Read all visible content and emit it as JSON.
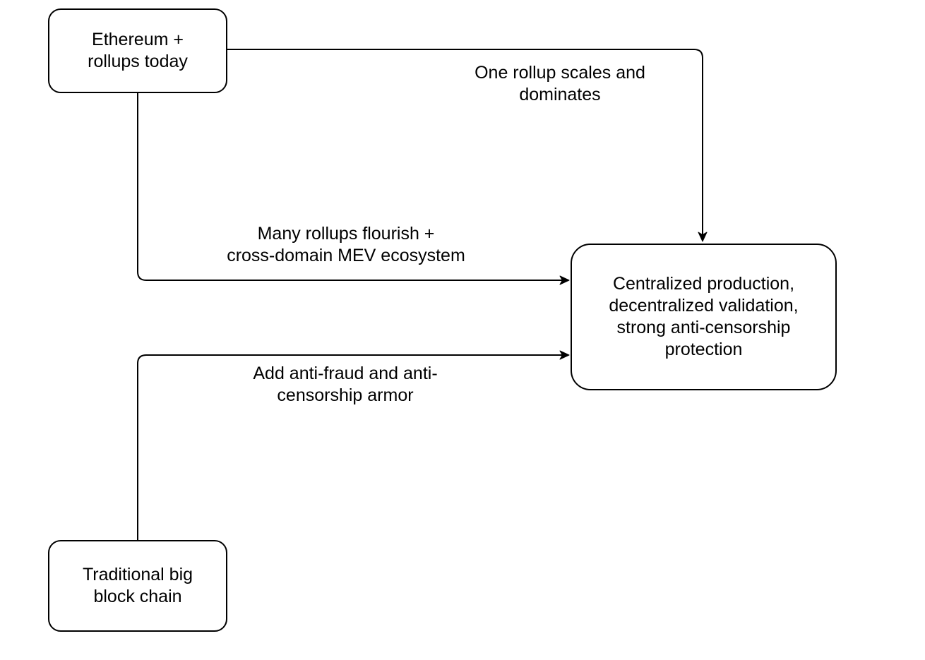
{
  "diagram": {
    "colors": {
      "line": "#000000",
      "text": "#000000",
      "background": "#ffffff"
    },
    "nodes": {
      "ethereum": {
        "label": "Ethereum +\nrollups today"
      },
      "traditional": {
        "label": "Traditional big\nblock chain"
      },
      "outcome": {
        "label": "Centralized production,\ndecentralized validation,\nstrong anti-censorship\nprotection"
      }
    },
    "edges": {
      "one_rollup": {
        "from": "ethereum",
        "to": "outcome",
        "label": "One rollup scales and\ndominates"
      },
      "many_rollups": {
        "from": "ethereum",
        "to": "outcome",
        "label": "Many rollups flourish +\ncross-domain MEV ecosystem"
      },
      "anti_fraud": {
        "from": "traditional",
        "to": "outcome",
        "label": "Add anti-fraud and anti-\ncensorship armor"
      }
    }
  }
}
